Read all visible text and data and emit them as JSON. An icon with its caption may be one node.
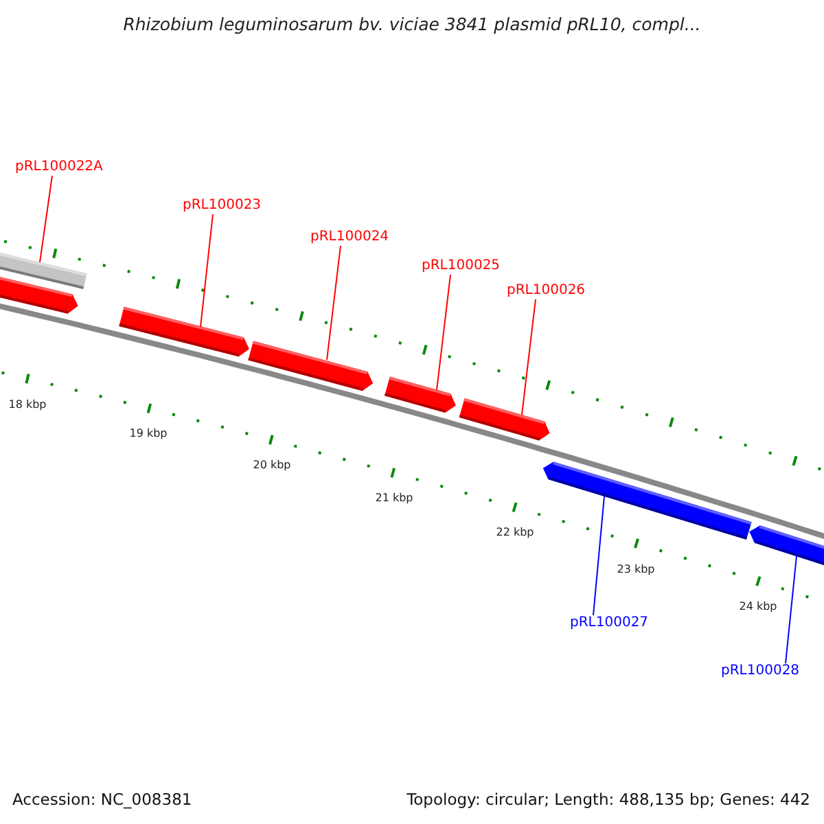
{
  "diagram": {
    "title": "Rhizobium leguminosarum bv. viciae 3841 plasmid pRL10, compl...",
    "nodes": [
      {
        "text": [
          "pRL100022A"
        ]
      },
      {
        "text": [
          "pRL100023"
        ]
      },
      {
        "text": [
          "pRL100024"
        ]
      },
      {
        "text": [
          "pRL100025"
        ]
      },
      {
        "text": [
          "pRL100026"
        ]
      },
      {
        "text": [
          "pRL100027"
        ]
      },
      {
        "text": [
          "pRL100028"
        ]
      },
      {
        "text": [],
        "shape": "bar"
      },
      {
        "text": [],
        "shape": "bar"
      },
      {
        "text": [],
        "shape": "bar"
      },
      {
        "text": [],
        "shape": "bar"
      },
      {
        "text": [],
        "shape": "bar"
      },
      {
        "text": [],
        "shape": "bar"
      },
      {
        "text": [],
        "shape": "bar"
      },
      {
        "text": [],
        "shape": "bar"
      }
    ],
    "edges": [
      {
        "from": 0,
        "to": 7,
        "arrow": "none"
      },
      {
        "from": 1,
        "to": 9,
        "arrow": "none"
      },
      {
        "from": 2,
        "to": 10,
        "arrow": "none"
      },
      {
        "from": 3,
        "to": 11,
        "arrow": "none"
      },
      {
        "from": 4,
        "to": 12,
        "arrow": "none"
      },
      {
        "from": 5,
        "to": 13,
        "arrow": "none",
        "color": "#0000ff"
      },
      {
        "from": 6,
        "to": 14,
        "arrow": "none",
        "color": "#0000ff"
      }
    ],
    "labels": [
      "18 kbp",
      "19 kbp",
      "20 kbp",
      "21 kbp",
      "22 kbp",
      "23 kbp",
      "24 kbp",
      "Accession: NC_008381",
      "Topology: circular; Length: 488,135 bp; Genes: 442"
    ]
  }
}
